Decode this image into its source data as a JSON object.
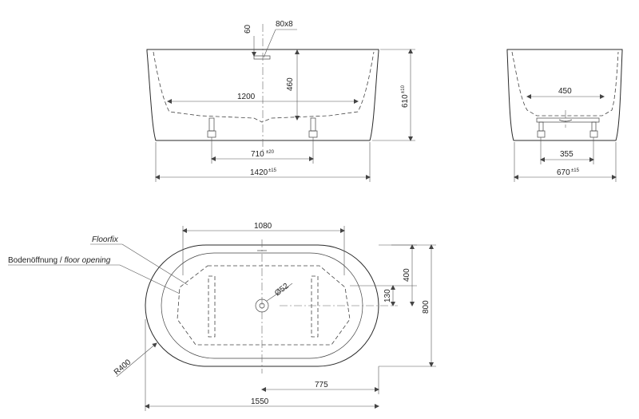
{
  "front_view": {
    "dim_80x8": "80x8",
    "dim_60": "60",
    "dim_460": "460",
    "dim_1200": "1200",
    "dim_610": "610",
    "dim_610_tol": "±10",
    "dim_710": "710",
    "dim_710_tol": "±20",
    "dim_1420": "1420",
    "dim_1420_tol": "±15"
  },
  "side_view": {
    "dim_450": "450",
    "dim_355": "355",
    "dim_670": "670",
    "dim_670_tol": "±15"
  },
  "plan_view": {
    "label_floorfix": "Floorfix",
    "label_opening_de": "Bodenöffnung / ",
    "label_opening_en": "floor opening",
    "dim_1080": "1080",
    "dim_400": "400",
    "dim_800": "800",
    "dim_130": "130",
    "dim_52": "Ø52",
    "dim_r400": "R400",
    "dim_775": "775",
    "dim_1550": "1550"
  }
}
